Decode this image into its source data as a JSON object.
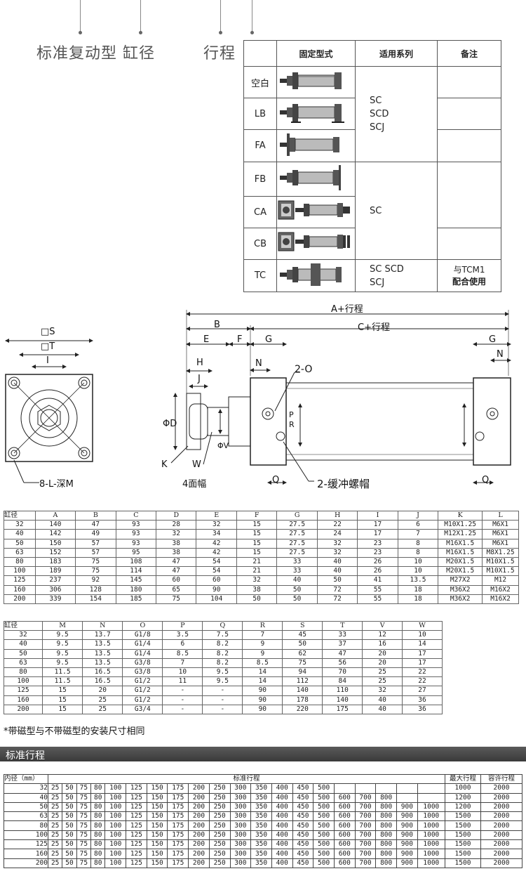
{
  "header": {
    "title1": "标准复动型 缸径",
    "title2": "行程"
  },
  "mount_table": {
    "headers": [
      "固定型式",
      "适用系列",
      "备注"
    ],
    "rows": [
      {
        "code": "空白"
      },
      {
        "code": "LB"
      },
      {
        "code": "FA"
      },
      {
        "code": "FB"
      },
      {
        "code": "CA"
      },
      {
        "code": "CB"
      },
      {
        "code": "TC"
      }
    ],
    "series_group1": [
      "SC",
      "SCD",
      "SCJ"
    ],
    "series_group2": [
      "SC"
    ],
    "series_group3": [
      "SC  SCD",
      "SCJ"
    ],
    "tc_note": [
      "与TCM1",
      "配合使用"
    ]
  },
  "drawing_labels": {
    "s": "□S",
    "t": "□T",
    "i": "I",
    "l": "8-L-深M",
    "a": "A+行程",
    "b": "B",
    "c": "C+行程",
    "e": "E",
    "f": "F",
    "g_left": "G",
    "g_right": "G",
    "h": "H",
    "j": "J",
    "n_left": "N",
    "n_right": "N",
    "o": "2-O",
    "d": "ΦD",
    "v": "ΦV",
    "k": "K",
    "w": "W",
    "face": "4面幅",
    "q_left": "Q",
    "q_right": "Q",
    "cushion": "2-缓冲螺帽",
    "r": "R",
    "p": "P"
  },
  "dim_table1": {
    "headers": [
      "缸径",
      "A",
      "B",
      "C",
      "D",
      "E",
      "F",
      "G",
      "H",
      "I",
      "J",
      "K",
      "L"
    ],
    "rows": [
      [
        "32",
        "140",
        "47",
        "93",
        "28",
        "32",
        "15",
        "27.5",
        "22",
        "17",
        "6",
        "M10X1.25",
        "M6X1"
      ],
      [
        "40",
        "142",
        "49",
        "93",
        "32",
        "34",
        "15",
        "27.5",
        "24",
        "17",
        "7",
        "M12X1.25",
        "M6X1"
      ],
      [
        "50",
        "150",
        "57",
        "93",
        "38",
        "42",
        "15",
        "27.5",
        "32",
        "23",
        "8",
        "M16X1.5",
        "M6X1"
      ],
      [
        "63",
        "152",
        "57",
        "95",
        "38",
        "42",
        "15",
        "27.5",
        "32",
        "23",
        "8",
        "M16X1.5",
        "M8X1.25"
      ],
      [
        "80",
        "183",
        "75",
        "108",
        "47",
        "54",
        "21",
        "33",
        "40",
        "26",
        "10",
        "M20X1.5",
        "M10X1.5"
      ],
      [
        "100",
        "189",
        "75",
        "114",
        "47",
        "54",
        "21",
        "33",
        "40",
        "26",
        "10",
        "M20X1.5",
        "M10X1.5"
      ],
      [
        "125",
        "237",
        "92",
        "145",
        "60",
        "60",
        "32",
        "40",
        "50",
        "41",
        "13.5",
        "M27X2",
        "M12"
      ],
      [
        "160",
        "306",
        "128",
        "180",
        "65",
        "90",
        "38",
        "50",
        "72",
        "55",
        "18",
        "M36X2",
        "M16X2"
      ],
      [
        "200",
        "339",
        "154",
        "185",
        "75",
        "104",
        "50",
        "50",
        "72",
        "55",
        "18",
        "M36X2",
        "M16X2"
      ]
    ]
  },
  "dim_table2": {
    "headers": [
      "缸径",
      "M",
      "N",
      "O",
      "P",
      "Q",
      "R",
      "S",
      "T",
      "V",
      "W"
    ],
    "rows": [
      [
        "32",
        "9.5",
        "13.7",
        "G1/8",
        "3.5",
        "7.5",
        "7",
        "45",
        "33",
        "12",
        "10"
      ],
      [
        "40",
        "9.5",
        "13.5",
        "G1/4",
        "6",
        "8.2",
        "9",
        "50",
        "37",
        "16",
        "14"
      ],
      [
        "50",
        "9.5",
        "13.5",
        "G1/4",
        "8.5",
        "8.2",
        "9",
        "62",
        "47",
        "20",
        "17"
      ],
      [
        "63",
        "9.5",
        "13.5",
        "G3/8",
        "7",
        "8.2",
        "8.5",
        "75",
        "56",
        "20",
        "17"
      ],
      [
        "80",
        "11.5",
        "16.5",
        "G3/8",
        "10",
        "9.5",
        "14",
        "94",
        "70",
        "25",
        "22"
      ],
      [
        "100",
        "11.5",
        "16.5",
        "G1/2",
        "11",
        "9.5",
        "14",
        "112",
        "84",
        "25",
        "22"
      ],
      [
        "125",
        "15",
        "20",
        "G1/2",
        "-",
        "-",
        "90",
        "140",
        "110",
        "32",
        "27"
      ],
      [
        "160",
        "15",
        "25",
        "G1/2",
        "-",
        "-",
        "90",
        "178",
        "140",
        "40",
        "36"
      ],
      [
        "200",
        "15",
        "25",
        "G3/4",
        "-",
        "-",
        "90",
        "220",
        "175",
        "40",
        "36"
      ]
    ]
  },
  "note": "*带磁型与不带磁型的安装尺寸相同",
  "stroke_section_title": "标准行程",
  "stroke_table": {
    "h_bore": "内径（mm）",
    "h_std": "标准行程",
    "h_max": "最大行程",
    "h_allow": "容许行程",
    "rows": [
      {
        "bore": "32",
        "strokes": [
          "25",
          "50",
          "75",
          "80",
          "100",
          "125",
          "150",
          "175",
          "200",
          "250",
          "300",
          "350",
          "400",
          "450",
          "500",
          "",
          "",
          "",
          "",
          ""
        ],
        "max": "1000",
        "allow": "2000"
      },
      {
        "bore": "40",
        "strokes": [
          "25",
          "50",
          "75",
          "80",
          "100",
          "125",
          "150",
          "175",
          "200",
          "250",
          "300",
          "350",
          "400",
          "450",
          "500",
          "600",
          "700",
          "800",
          "",
          ""
        ],
        "max": "1200",
        "allow": "2000"
      },
      {
        "bore": "50",
        "strokes": [
          "25",
          "50",
          "75",
          "80",
          "100",
          "125",
          "150",
          "175",
          "200",
          "250",
          "300",
          "350",
          "400",
          "450",
          "500",
          "600",
          "700",
          "800",
          "900",
          "1000"
        ],
        "max": "1200",
        "allow": "2000"
      },
      {
        "bore": "63",
        "strokes": [
          "25",
          "50",
          "75",
          "80",
          "100",
          "125",
          "150",
          "175",
          "200",
          "250",
          "300",
          "350",
          "400",
          "450",
          "500",
          "600",
          "700",
          "800",
          "900",
          "1000"
        ],
        "max": "1500",
        "allow": "2000"
      },
      {
        "bore": "80",
        "strokes": [
          "25",
          "50",
          "75",
          "80",
          "100",
          "125",
          "150",
          "175",
          "200",
          "250",
          "300",
          "350",
          "400",
          "450",
          "500",
          "600",
          "700",
          "800",
          "900",
          "1000"
        ],
        "max": "1500",
        "allow": "2000"
      },
      {
        "bore": "100",
        "strokes": [
          "25",
          "50",
          "75",
          "80",
          "100",
          "125",
          "150",
          "175",
          "200",
          "250",
          "300",
          "350",
          "400",
          "450",
          "500",
          "600",
          "700",
          "800",
          "900",
          "1000"
        ],
        "max": "1500",
        "allow": "2000"
      },
      {
        "bore": "125",
        "strokes": [
          "25",
          "50",
          "75",
          "80",
          "100",
          "125",
          "150",
          "175",
          "200",
          "250",
          "300",
          "350",
          "400",
          "450",
          "500",
          "600",
          "700",
          "800",
          "900",
          "1000"
        ],
        "max": "1500",
        "allow": "2000"
      },
      {
        "bore": "160",
        "strokes": [
          "25",
          "50",
          "75",
          "80",
          "100",
          "125",
          "150",
          "175",
          "200",
          "250",
          "300",
          "350",
          "400",
          "450",
          "500",
          "600",
          "700",
          "800",
          "900",
          "1000"
        ],
        "max": "1500",
        "allow": "2000"
      },
      {
        "bore": "200",
        "strokes": [
          "25",
          "50",
          "75",
          "80",
          "100",
          "125",
          "150",
          "175",
          "200",
          "250",
          "300",
          "350",
          "400",
          "450",
          "500",
          "600",
          "700",
          "800",
          "900",
          "1000"
        ],
        "max": "1500",
        "allow": "2000"
      }
    ]
  }
}
